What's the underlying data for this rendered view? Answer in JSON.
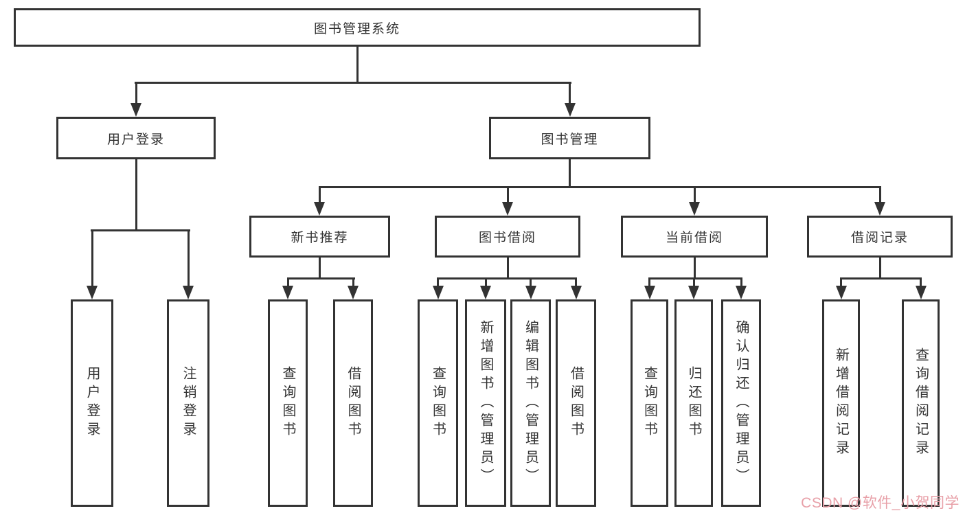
{
  "diagram": {
    "type": "hierarchy-tree",
    "root": {
      "label": "图书管理系统"
    },
    "branches": [
      {
        "label": "用户登录",
        "children": [
          {
            "label": "用户登录"
          },
          {
            "label": "注销登录"
          }
        ]
      },
      {
        "label": "图书管理",
        "children": [
          {
            "label": "新书推荐",
            "children": [
              {
                "label": "查询图书"
              },
              {
                "label": "借阅图书"
              }
            ]
          },
          {
            "label": "图书借阅",
            "children": [
              {
                "label": "查询图书"
              },
              {
                "label": "新增图书（管理员）"
              },
              {
                "label": "编辑图书（管理员）"
              },
              {
                "label": "借阅图书"
              }
            ]
          },
          {
            "label": "当前借阅",
            "children": [
              {
                "label": "查询图书"
              },
              {
                "label": "归还图书"
              },
              {
                "label": "确认归还（管理员）"
              }
            ]
          },
          {
            "label": "借阅记录",
            "children": [
              {
                "label": "新增借阅记录"
              },
              {
                "label": "查询借阅记录"
              }
            ]
          }
        ]
      }
    ]
  },
  "watermark": {
    "text": "CSDN @软件_小贺同学",
    "color": "#e8a0a8"
  },
  "colors": {
    "line": "#333333",
    "box_border": "#333333",
    "text": "#333333",
    "background": "#ffffff"
  }
}
